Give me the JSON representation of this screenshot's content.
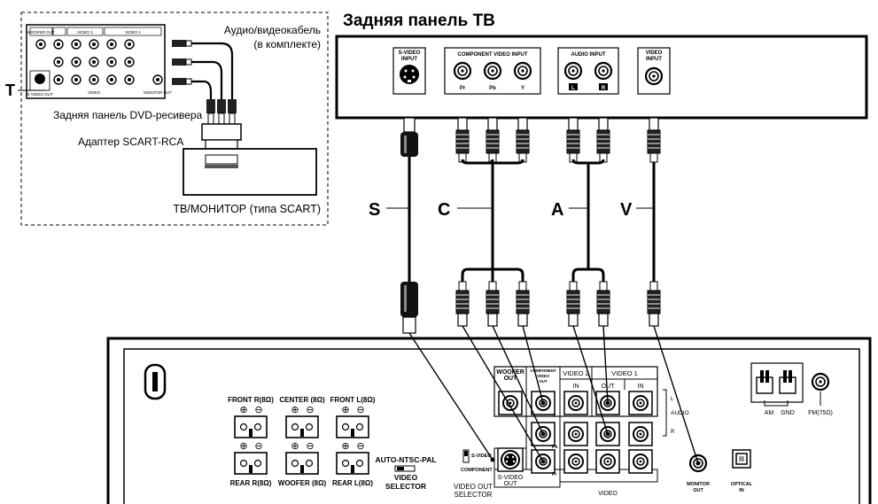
{
  "title": "Задняя панель ТВ",
  "inset": {
    "av_cable": "Аудио/видеокабель",
    "included": "(в комплекте)",
    "dvd_panel": "Задняя панель DVD-ресивера",
    "adapter": "Адаптер SCART-RCA",
    "tv_monitor": "ТВ/МОНИТОР (типа SCART)",
    "callout": "T",
    "mini_woofer": "WOOFER OUT",
    "mini_video2": "VIDEO 2",
    "mini_video1": "VIDEO 1",
    "mini_svideo": "S-VIDEO OUT",
    "mini_video": "VIDEO",
    "mini_monitor": "MONITOR OUT"
  },
  "tv_panel": {
    "svideo": [
      "S-VIDEO",
      "INPUT"
    ],
    "component": "COMPONENT VIDEO INPUT",
    "pr": "Pr",
    "pb": "Pb",
    "y": "Y",
    "audio": "AUDIO INPUT",
    "l": "L",
    "r": "R",
    "video": [
      "VIDEO",
      "INPUT"
    ]
  },
  "cables": {
    "s": "S",
    "c": "C",
    "a": "A",
    "v": "V"
  },
  "receiver": {
    "front_r": "FRONT R(8Ω)",
    "center": "CENTER (8Ω)",
    "front_l": "FRONT L(8Ω)",
    "rear_r": "REAR R(8Ω)",
    "woofer": "WOOFER (8Ω)",
    "rear_l": "REAR L(8Ω)",
    "plus": "⊕",
    "minus": "⊖",
    "auto_ntsc": "AUTO-NTSC-PAL",
    "video_selector": [
      "VIDEO",
      "SELECTOR"
    ],
    "svideo_sw": "S-VIDEO",
    "component_sw": "COMPONENT",
    "video_out_selector": [
      "VIDEO OUT",
      "SELECTOR"
    ],
    "woofer_out": [
      "WOOFER",
      "OUT"
    ],
    "component_out": [
      "COMPONENT",
      "VIDEO",
      "OUT"
    ],
    "video2": "VIDEO 2",
    "video1": "VIDEO 1",
    "in": "IN",
    "out": "OUT",
    "y": "Y",
    "pb": "Pb",
    "pr": "Pr",
    "audio": "AUDIO",
    "l": "L",
    "r": "R",
    "svideo_out": [
      "S-VIDEO",
      "OUT"
    ],
    "video": "VIDEO",
    "monitor_out": [
      "MONITOR",
      "OUT"
    ],
    "optical_in": [
      "OPTICAL",
      "IN"
    ],
    "am": "AM",
    "gnd": "GND",
    "fm": "FM(75Ω)"
  }
}
